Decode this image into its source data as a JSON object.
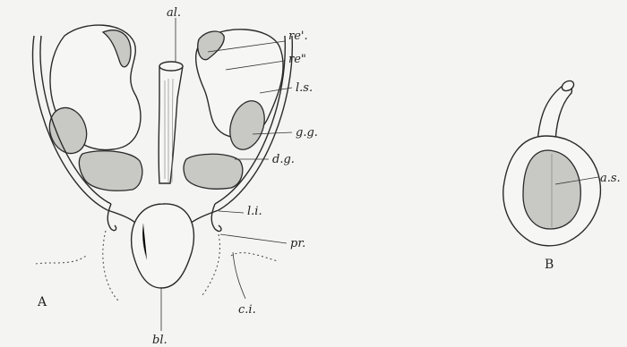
{
  "labels": {
    "al": "al.",
    "re1": "re'.",
    "re2": "re\"",
    "ls": "l.s.",
    "gg": "g.g.",
    "dg": "d.g.",
    "li": "l.i.",
    "pr": "pr.",
    "ci": "c.i.",
    "bl": "bl.",
    "as": "a.s."
  },
  "panels": {
    "a": "A",
    "b": "B"
  }
}
